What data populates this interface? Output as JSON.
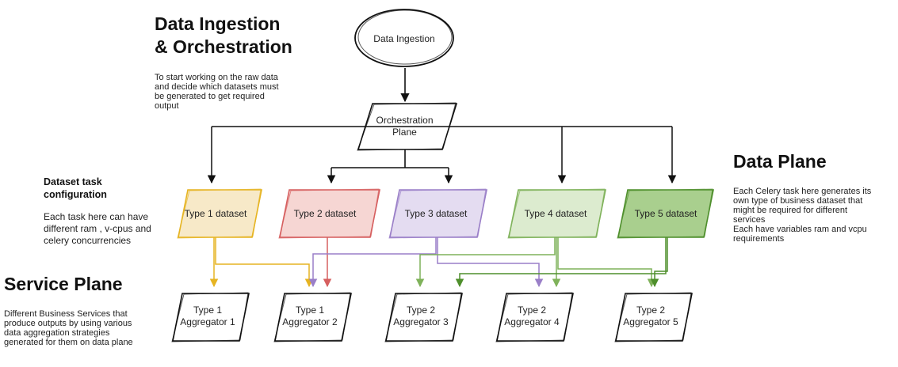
{
  "headings": {
    "ingestion_title_line1": "Data Ingestion",
    "ingestion_title_line2": "& Orchestration",
    "ingestion_desc": [
      "To start working on the raw data",
      "and decide which datasets must",
      "be generated to get required",
      "output"
    ],
    "dataset_config_title_line1": "Dataset task",
    "dataset_config_title_line2": "configuration",
    "dataset_config_desc": [
      "Each task here can have",
      "different ram , v-cpus and",
      "celery concurrencies"
    ],
    "data_plane_title": "Data Plane",
    "data_plane_desc": [
      "Each Celery task here generates its",
      "own type of business dataset that",
      "might be required for different",
      "services",
      "Each have variables ram and vcpu",
      "requirements"
    ],
    "service_plane_title": "Service Plane",
    "service_plane_desc": [
      "Different Business Services that",
      "produce outputs by using various",
      "data aggregation strategies",
      "generated for them on data plane"
    ]
  },
  "nodes": {
    "ingestion": "Data Ingestion",
    "orchestration_line1": "Orchestration",
    "orchestration_line2": "Plane",
    "datasets": [
      {
        "label": "Type 1 dataset",
        "color": "#e6b422",
        "fill": "#f7e9c8"
      },
      {
        "label": "Type 2 dataset",
        "color": "#d65f5f",
        "fill": "#f6d6d3"
      },
      {
        "label": "Type 3 dataset",
        "color": "#9a7fc8",
        "fill": "#e4dcf1"
      },
      {
        "label": "Type 4 dataset",
        "color": "#7fb25a",
        "fill": "#dcebcf"
      },
      {
        "label": "Type 5 dataset",
        "color": "#4f8f2c",
        "fill": "#a9cf8e"
      }
    ],
    "aggregators": [
      {
        "line1": "Type 1",
        "line2": "Aggregator 1"
      },
      {
        "line1": "Type 1",
        "line2": "Aggregator 2"
      },
      {
        "line1": "Type 2",
        "line2": "Aggregator 3"
      },
      {
        "line1": "Type 2",
        "line2": "Aggregator 4"
      },
      {
        "line1": "Type 2",
        "line2": "Aggregator 5"
      }
    ]
  }
}
